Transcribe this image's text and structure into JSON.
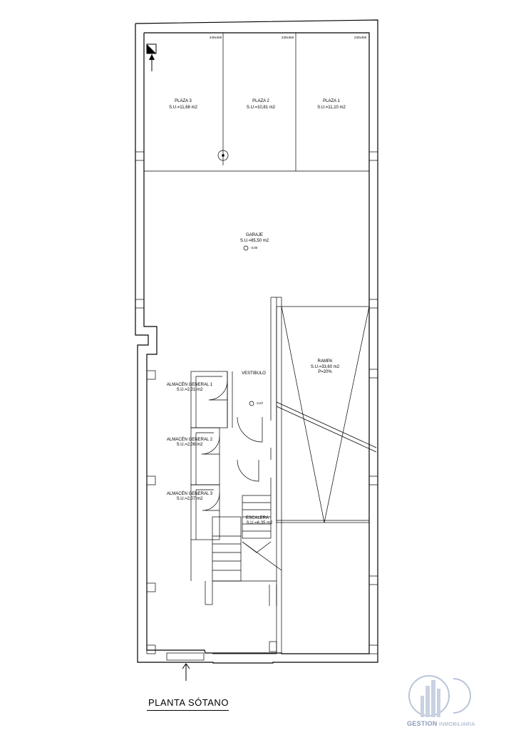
{
  "plan_title": "PLANTA SÓTANO",
  "dimensions": {
    "d1": "240x450",
    "d2": "230x450",
    "d3": "240x450"
  },
  "rooms": {
    "plaza3": {
      "name": "PLAZA 3",
      "area": "S.U.=11,68 m2"
    },
    "plaza2": {
      "name": "PLAZA 2",
      "area": "S.U.=10,81 m2"
    },
    "plaza1": {
      "name": "PLAZA 1",
      "area": "S.U.=11,10 m2"
    },
    "garaje": {
      "name": "GARAJE",
      "area": "S.U.=85,50 m2",
      "level": "-3,00"
    },
    "rampa": {
      "name": "RAMPA",
      "area": "S.U.=33,60 m2",
      "slope": "P=20%"
    },
    "vestibulo": {
      "name": "VESTIBULO",
      "level": "-2,67"
    },
    "almacen1": {
      "name": "ALMACÉN GENERAL 1",
      "area": "S.U.=2,01 m2"
    },
    "almacen2": {
      "name": "ALMACÉN GENERAL 2",
      "area": "S.U.=2,06 m2"
    },
    "almacen3": {
      "name": "ALMACÉN GENERAL 3",
      "area": "S.U.=2,07 m2"
    },
    "escalera": {
      "name": "ESCALERA",
      "area": "S.U.=6,35 m2"
    }
  },
  "logo": {
    "brand": "GESTION",
    "suffix": "INMOBILIARIA"
  },
  "colors": {
    "line": "#000000",
    "logo": "#9aa8c2"
  },
  "icons": [
    "north-arrow-icon",
    "entrance-arrow-icon",
    "level-marker-icon",
    "company-logo-icon"
  ]
}
